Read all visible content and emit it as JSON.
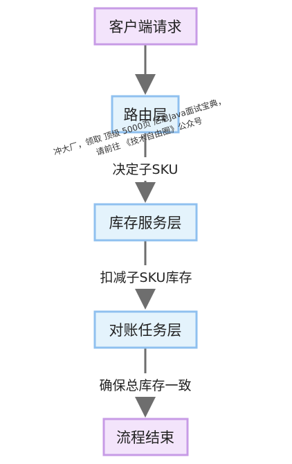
{
  "nodes": {
    "client_request": {
      "label": "客户端请求",
      "kind": "terminal"
    },
    "routing_layer": {
      "label": "路由层",
      "kind": "process"
    },
    "inventory_service_layer": {
      "label": "库存服务层",
      "kind": "process"
    },
    "reconciliation_task_layer": {
      "label": "对账任务层",
      "kind": "process"
    },
    "process_end": {
      "label": "流程结束",
      "kind": "terminal"
    }
  },
  "edges": {
    "routing_to_inventory": {
      "label": "决定子SKU"
    },
    "inventory_to_reconciliation": {
      "label": "扣减子SKU库存"
    },
    "reconciliation_to_end": {
      "label": "确保总库存一致"
    }
  },
  "watermark": {
    "line1": "冲大厂，领取 顶级 5000页 尼恩Java面试宝典，",
    "line2": "请前往 《技术自由圈》公众号"
  },
  "colors": {
    "terminal_fill": "#f3e4fb",
    "terminal_stroke": "#c79be6",
    "process_fill": "#e4f3fc",
    "process_stroke": "#8fc0ef",
    "edge": "#6e6e6e",
    "text": "#222222"
  }
}
